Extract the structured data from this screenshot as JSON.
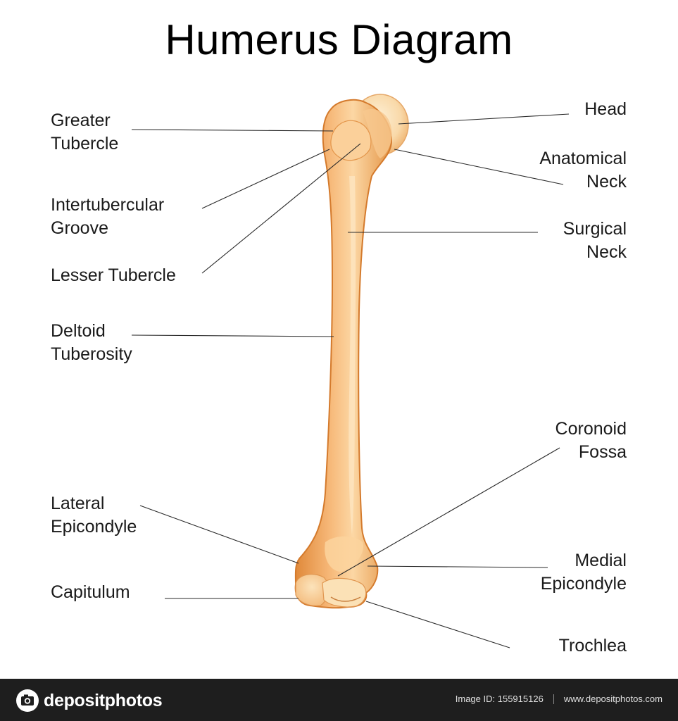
{
  "title": "Humerus Diagram",
  "labels": {
    "greater_tubercle": [
      "Greater",
      "Tubercle"
    ],
    "intertubercular_groove": [
      "Intertubercular",
      "Groove"
    ],
    "lesser_tubercle": [
      "Lesser Tubercle"
    ],
    "deltoid_tuberosity": [
      "Deltoid",
      "Tuberosity"
    ],
    "lateral_epicondyle": [
      "Lateral",
      "Epicondyle"
    ],
    "capitulum": [
      "Capitulum"
    ],
    "head": [
      "Head"
    ],
    "anatomical_neck": [
      "Anatomical",
      "Neck"
    ],
    "surgical_neck": [
      "Surgical",
      "Neck"
    ],
    "coronoid_fossa": [
      "Coronoid",
      "Fossa"
    ],
    "medial_epicondyle": [
      "Medial",
      "Epicondyle"
    ],
    "trochlea": [
      "Trochlea"
    ]
  },
  "footer": {
    "brand": "depositphotos",
    "image_id": "Image ID: 155915126",
    "website": "www.depositphotos.com"
  },
  "colors": {
    "bone_dark": "#e08a3c",
    "bone_mid": "#f3ad6b",
    "bone_light": "#fbd7a6",
    "bone_highlight": "#fdebcf",
    "line": "#2a2a2a",
    "footer_bg": "#1e1e1e"
  }
}
